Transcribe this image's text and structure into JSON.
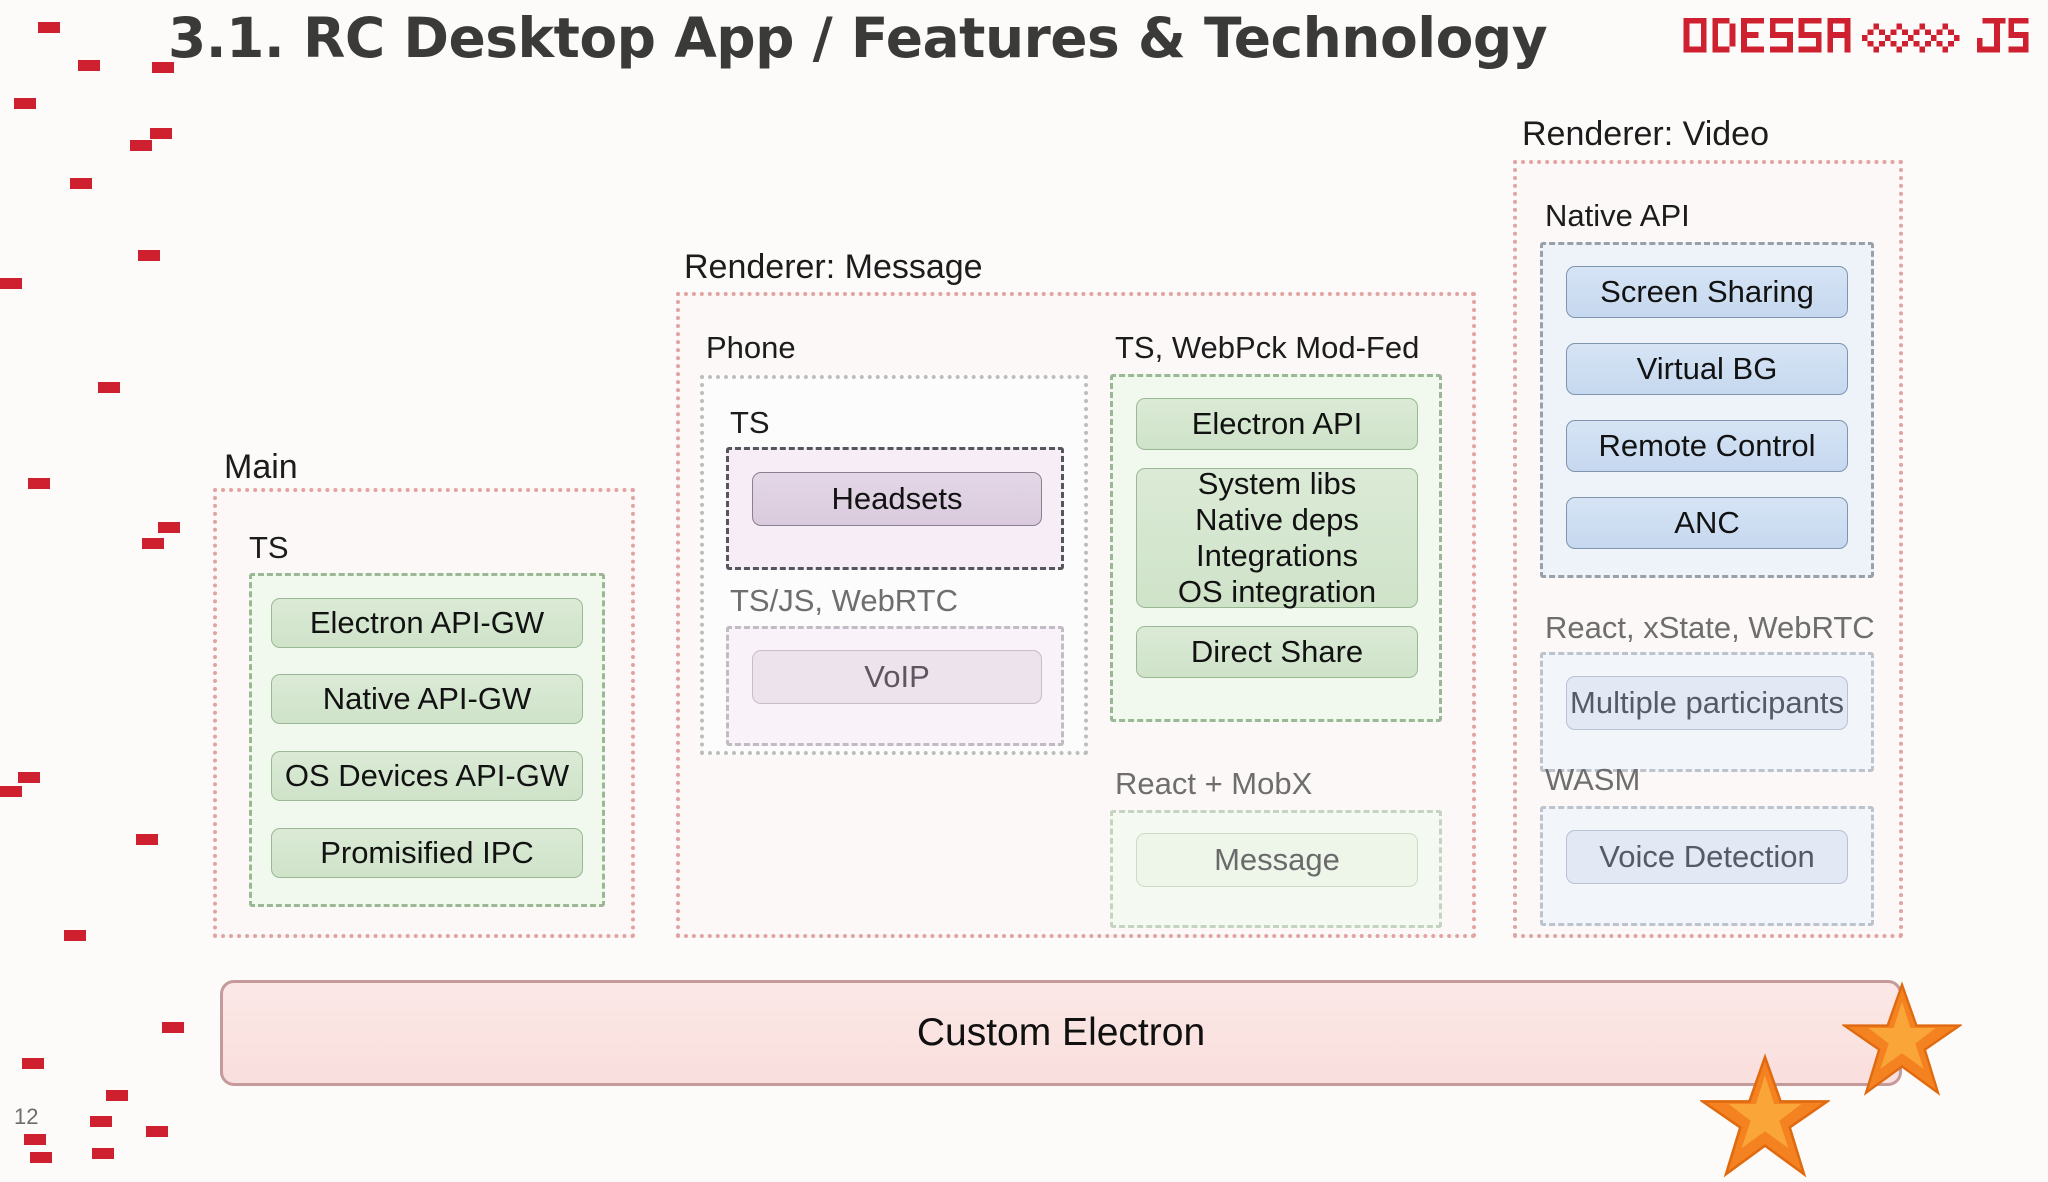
{
  "slide": {
    "title": "3.1. RC Desktop App / Features & Technology",
    "page_number": "12",
    "brand": {
      "name": "ODESSA JS",
      "word_left": "ODESSA",
      "word_right": "JS",
      "color": "#cf2030"
    },
    "accent_dot_color": "#cf2030"
  },
  "columns": {
    "main": {
      "label": "Main",
      "group": {
        "label": "TS",
        "items": [
          {
            "label": "Electron API-GW"
          },
          {
            "label": "Native API-GW"
          },
          {
            "label": "OS Devices API-GW"
          },
          {
            "label": "Promisified IPC"
          }
        ]
      }
    },
    "renderer_message": {
      "label": "Renderer: Message",
      "phone": {
        "label": "Phone",
        "groups": [
          {
            "label": "TS",
            "items": [
              {
                "label": "Headsets"
              }
            ]
          },
          {
            "label": "TS/JS, WebRTC",
            "items": [
              {
                "label": "VoIP"
              }
            ]
          }
        ]
      },
      "groups": [
        {
          "label": "TS, WebPck Mod-Fed",
          "items": [
            {
              "label": "Electron API"
            },
            {
              "label": "System libs\nNative deps\nIntegrations\nOS integration"
            },
            {
              "label": "Direct Share"
            }
          ]
        },
        {
          "label": "React + MobX",
          "items": [
            {
              "label": "Message"
            }
          ]
        }
      ]
    },
    "renderer_video": {
      "label": "Renderer: Video",
      "groups": [
        {
          "label": "Native API",
          "items": [
            {
              "label": "Screen Sharing"
            },
            {
              "label": "Virtual BG"
            },
            {
              "label": "Remote Control"
            },
            {
              "label": "ANC"
            }
          ]
        },
        {
          "label": "React, xState, WebRTC",
          "items": [
            {
              "label": "Multiple participants"
            }
          ]
        },
        {
          "label": "WASM",
          "items": [
            {
              "label": "Voice Detection"
            }
          ]
        }
      ]
    }
  },
  "foundation": {
    "label": "Custom Electron"
  },
  "colors": {
    "green_chip": "#d4e6d0",
    "purple_chip": "#ddd0e0",
    "blue_chip": "#ccddf2",
    "foundation": "#fae4e2",
    "outline_red": "#e2a3a3"
  }
}
